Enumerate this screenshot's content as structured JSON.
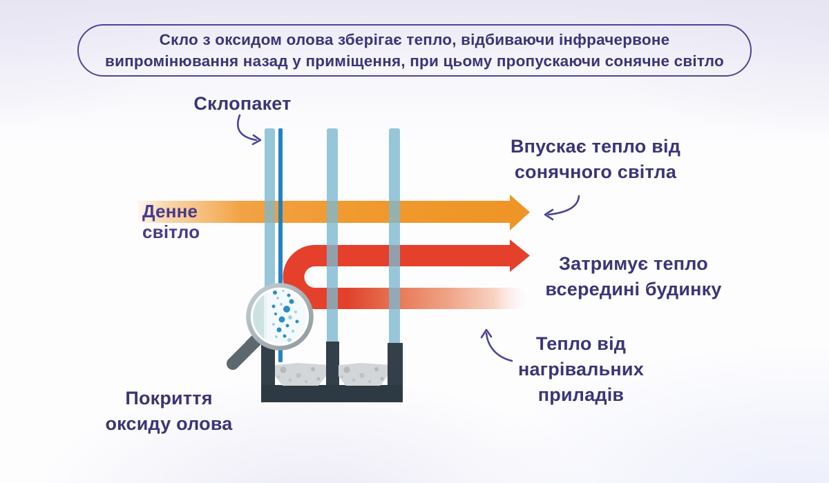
{
  "banner": {
    "line1": "Скло з оксидом олова зберігає тепло, відбиваючи інфрачервоне",
    "line2": "випромінювання назад у приміщення, при цьому пропускаючи сонячне світло"
  },
  "diagram": {
    "glazing_label": "Склопакет",
    "daylight_label": "Денне світло",
    "labels": {
      "solar": {
        "lines": [
          "Впускає тепло від",
          "сонячного світла"
        ]
      },
      "retain": {
        "lines": [
          "Затримує тепло",
          "всередині будинку"
        ]
      },
      "heaters": {
        "lines": [
          "Тепло від",
          "нагрівальних",
          "приладів"
        ]
      },
      "coating": {
        "lines": [
          "Покриття",
          "оксиду олова"
        ]
      }
    }
  },
  "colors": {
    "accent_purple": "#4b4496",
    "label_text": "#3b3577",
    "daylight_orange": "#f0992e",
    "heat_red": "#e5402b",
    "pane_blue": "#7db8d0",
    "coating_blue": "#167cc1",
    "frame_dark": "#333f49",
    "frame_darker": "#2d3943",
    "desiccant_gray": "#d3d6d8",
    "magnifier_metal": "#a9b4b9",
    "particle_blue": "#2d8ec3"
  }
}
